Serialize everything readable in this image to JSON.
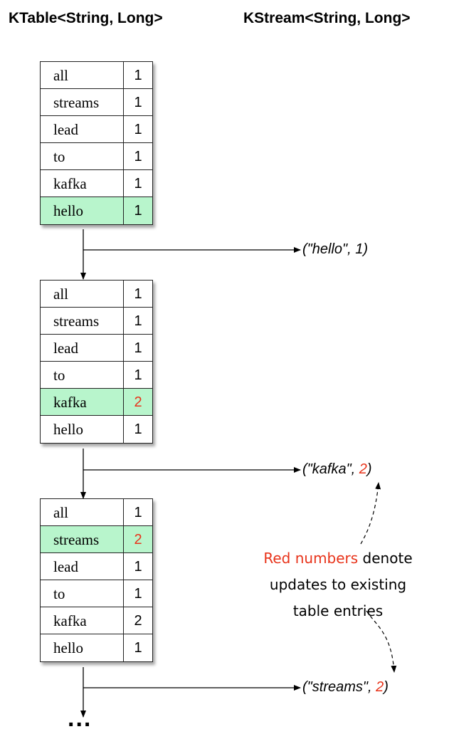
{
  "headers": {
    "ktable": "KTable<String, Long>",
    "kstream": "KStream<String, Long>"
  },
  "tables": [
    {
      "rows": [
        {
          "key": "all",
          "value": "1",
          "highlight": false,
          "updated": false
        },
        {
          "key": "streams",
          "value": "1",
          "highlight": false,
          "updated": false
        },
        {
          "key": "lead",
          "value": "1",
          "highlight": false,
          "updated": false
        },
        {
          "key": "to",
          "value": "1",
          "highlight": false,
          "updated": false
        },
        {
          "key": "kafka",
          "value": "1",
          "highlight": false,
          "updated": false
        },
        {
          "key": "hello",
          "value": "1",
          "highlight": true,
          "updated": false
        }
      ]
    },
    {
      "rows": [
        {
          "key": "all",
          "value": "1",
          "highlight": false,
          "updated": false
        },
        {
          "key": "streams",
          "value": "1",
          "highlight": false,
          "updated": false
        },
        {
          "key": "lead",
          "value": "1",
          "highlight": false,
          "updated": false
        },
        {
          "key": "to",
          "value": "1",
          "highlight": false,
          "updated": false
        },
        {
          "key": "kafka",
          "value": "2",
          "highlight": true,
          "updated": true
        },
        {
          "key": "hello",
          "value": "1",
          "highlight": false,
          "updated": false
        }
      ]
    },
    {
      "rows": [
        {
          "key": "all",
          "value": "1",
          "highlight": false,
          "updated": false
        },
        {
          "key": "streams",
          "value": "2",
          "highlight": true,
          "updated": true
        },
        {
          "key": "lead",
          "value": "1",
          "highlight": false,
          "updated": false
        },
        {
          "key": "to",
          "value": "1",
          "highlight": false,
          "updated": false
        },
        {
          "key": "kafka",
          "value": "2",
          "highlight": false,
          "updated": false
        },
        {
          "key": "hello",
          "value": "1",
          "highlight": false,
          "updated": false
        }
      ]
    }
  ],
  "outputs": [
    {
      "prefix": "(\"hello\", ",
      "value": "1",
      "suffix": ")",
      "updated": false
    },
    {
      "prefix": "(\"kafka\", ",
      "value": "2",
      "suffix": ")",
      "updated": true
    },
    {
      "prefix": "(\"streams\", ",
      "value": "2",
      "suffix": ")",
      "updated": true
    }
  ],
  "note": {
    "red_part": "Red numbers",
    "line1_rest": " denote",
    "line2": "updates to existing",
    "line3": "table entries"
  },
  "ellipsis": "...",
  "colors": {
    "highlight": "#b8f5cc",
    "update_red": "#e8331a"
  }
}
